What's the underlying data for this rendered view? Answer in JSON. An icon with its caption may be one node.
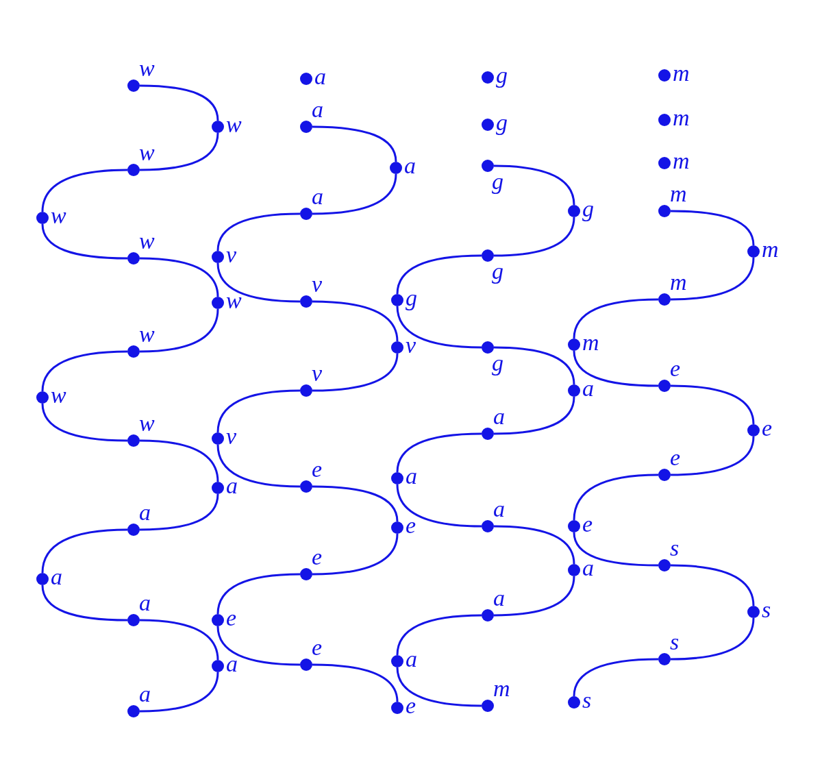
{
  "diagram": {
    "nodes": [
      {
        "text": [],
        "shape": "circle",
        "beside": [
          "w"
        ]
      },
      {
        "text": [],
        "shape": "circle",
        "beside": [
          "w"
        ]
      },
      {
        "text": [],
        "shape": "circle",
        "beside": [
          "w"
        ]
      },
      {
        "text": [],
        "shape": "circle",
        "beside": [
          "w"
        ]
      },
      {
        "text": [],
        "shape": "circle",
        "beside": [
          "w"
        ]
      },
      {
        "text": [],
        "shape": "circle",
        "beside": [
          "w"
        ]
      },
      {
        "text": [],
        "shape": "circle",
        "beside": [
          "w"
        ]
      },
      {
        "text": [],
        "shape": "circle",
        "beside": [
          "w"
        ]
      },
      {
        "text": [],
        "shape": "circle",
        "beside": [
          "w"
        ]
      },
      {
        "text": [],
        "shape": "circle",
        "beside": [
          "a"
        ]
      },
      {
        "text": [],
        "shape": "circle",
        "beside": [
          "a"
        ]
      },
      {
        "text": [],
        "shape": "circle",
        "beside": [
          "a"
        ]
      },
      {
        "text": [],
        "shape": "circle",
        "beside": [
          "a"
        ]
      },
      {
        "text": [],
        "shape": "circle",
        "beside": [
          "a"
        ]
      },
      {
        "text": [],
        "shape": "circle",
        "beside": [
          "a"
        ]
      },
      {
        "text": [],
        "shape": "circle",
        "beside": [
          "a"
        ]
      },
      {
        "text": [],
        "shape": "circle",
        "beside": [
          "a"
        ]
      },
      {
        "text": [],
        "shape": "circle",
        "beside": [
          "a"
        ]
      },
      {
        "text": [],
        "shape": "circle",
        "beside": [
          "a"
        ]
      },
      {
        "text": [],
        "shape": "circle",
        "beside": [
          "v"
        ]
      },
      {
        "text": [],
        "shape": "circle",
        "beside": [
          "v"
        ]
      },
      {
        "text": [],
        "shape": "circle",
        "beside": [
          "v"
        ]
      },
      {
        "text": [],
        "shape": "circle",
        "beside": [
          "v"
        ]
      },
      {
        "text": [],
        "shape": "circle",
        "beside": [
          "v"
        ]
      },
      {
        "text": [],
        "shape": "circle",
        "beside": [
          "e"
        ]
      },
      {
        "text": [],
        "shape": "circle",
        "beside": [
          "e"
        ]
      },
      {
        "text": [],
        "shape": "circle",
        "beside": [
          "e"
        ]
      },
      {
        "text": [],
        "shape": "circle",
        "beside": [
          "e"
        ]
      },
      {
        "text": [],
        "shape": "circle",
        "beside": [
          "e"
        ]
      },
      {
        "text": [],
        "shape": "circle",
        "beside": [
          "e"
        ]
      },
      {
        "text": [],
        "shape": "circle",
        "beside": [
          "g"
        ]
      },
      {
        "text": [],
        "shape": "circle",
        "beside": [
          "g"
        ]
      },
      {
        "text": [],
        "shape": "circle",
        "beside": [
          "g"
        ]
      },
      {
        "text": [],
        "shape": "circle",
        "beside": [
          "g"
        ]
      },
      {
        "text": [],
        "shape": "circle",
        "beside": [
          "g"
        ]
      },
      {
        "text": [],
        "shape": "circle",
        "beside": [
          "g"
        ]
      },
      {
        "text": [],
        "shape": "circle",
        "beside": [
          "g"
        ]
      },
      {
        "text": [],
        "shape": "circle",
        "beside": [
          "a"
        ]
      },
      {
        "text": [],
        "shape": "circle",
        "beside": [
          "a"
        ]
      },
      {
        "text": [],
        "shape": "circle",
        "beside": [
          "a"
        ]
      },
      {
        "text": [],
        "shape": "circle",
        "beside": [
          "a"
        ]
      },
      {
        "text": [],
        "shape": "circle",
        "beside": [
          "a"
        ]
      },
      {
        "text": [],
        "shape": "circle",
        "beside": [
          "a"
        ]
      },
      {
        "text": [],
        "shape": "circle",
        "beside": [
          "a"
        ]
      },
      {
        "text": [],
        "shape": "circle",
        "beside": [
          "m"
        ]
      },
      {
        "text": [],
        "shape": "circle",
        "beside": [
          "m"
        ]
      },
      {
        "text": [],
        "shape": "circle",
        "beside": [
          "m"
        ]
      },
      {
        "text": [],
        "shape": "circle",
        "beside": [
          "m"
        ]
      },
      {
        "text": [],
        "shape": "circle",
        "beside": [
          "m"
        ]
      },
      {
        "text": [],
        "shape": "circle",
        "beside": [
          "m"
        ]
      },
      {
        "text": [],
        "shape": "circle",
        "beside": [
          "m"
        ]
      },
      {
        "text": [],
        "shape": "circle",
        "beside": [
          "m"
        ]
      },
      {
        "text": [],
        "shape": "circle",
        "beside": [
          "e"
        ]
      },
      {
        "text": [],
        "shape": "circle",
        "beside": [
          "e"
        ]
      },
      {
        "text": [],
        "shape": "circle",
        "beside": [
          "e"
        ]
      },
      {
        "text": [],
        "shape": "circle",
        "beside": [
          "e"
        ]
      },
      {
        "text": [],
        "shape": "circle",
        "beside": [
          "s"
        ]
      },
      {
        "text": [],
        "shape": "circle",
        "beside": [
          "s"
        ]
      },
      {
        "text": [],
        "shape": "circle",
        "beside": [
          "s"
        ]
      },
      {
        "text": [],
        "shape": "circle",
        "beside": [
          "s"
        ]
      }
    ],
    "edges": [
      {
        "from": 0,
        "to": 1,
        "arrow": "none"
      },
      {
        "from": 1,
        "to": 2,
        "arrow": "none"
      },
      {
        "from": 2,
        "to": 3,
        "arrow": "none"
      },
      {
        "from": 3,
        "to": 4,
        "arrow": "none"
      },
      {
        "from": 4,
        "to": 5,
        "arrow": "none"
      },
      {
        "from": 5,
        "to": 6,
        "arrow": "none"
      },
      {
        "from": 6,
        "to": 7,
        "arrow": "none"
      },
      {
        "from": 7,
        "to": 8,
        "arrow": "none"
      },
      {
        "from": 8,
        "to": 9,
        "arrow": "none"
      },
      {
        "from": 9,
        "to": 10,
        "arrow": "none"
      },
      {
        "from": 10,
        "to": 11,
        "arrow": "none"
      },
      {
        "from": 11,
        "to": 12,
        "arrow": "none"
      },
      {
        "from": 12,
        "to": 13,
        "arrow": "none"
      },
      {
        "from": 13,
        "to": 14,
        "arrow": "none"
      },
      {
        "from": 16,
        "to": 17,
        "arrow": "none"
      },
      {
        "from": 17,
        "to": 18,
        "arrow": "none"
      },
      {
        "from": 18,
        "to": 19,
        "arrow": "none"
      },
      {
        "from": 19,
        "to": 20,
        "arrow": "none"
      },
      {
        "from": 20,
        "to": 21,
        "arrow": "none"
      },
      {
        "from": 21,
        "to": 22,
        "arrow": "none"
      },
      {
        "from": 22,
        "to": 23,
        "arrow": "none"
      },
      {
        "from": 23,
        "to": 24,
        "arrow": "none"
      },
      {
        "from": 24,
        "to": 25,
        "arrow": "none"
      },
      {
        "from": 25,
        "to": 26,
        "arrow": "none"
      },
      {
        "from": 26,
        "to": 27,
        "arrow": "none"
      },
      {
        "from": 27,
        "to": 28,
        "arrow": "none"
      },
      {
        "from": 28,
        "to": 29,
        "arrow": "none"
      },
      {
        "from": 32,
        "to": 33,
        "arrow": "none"
      },
      {
        "from": 33,
        "to": 34,
        "arrow": "none"
      },
      {
        "from": 34,
        "to": 35,
        "arrow": "none"
      },
      {
        "from": 35,
        "to": 36,
        "arrow": "none"
      },
      {
        "from": 36,
        "to": 37,
        "arrow": "none"
      },
      {
        "from": 37,
        "to": 38,
        "arrow": "none"
      },
      {
        "from": 38,
        "to": 39,
        "arrow": "none"
      },
      {
        "from": 39,
        "to": 40,
        "arrow": "none"
      },
      {
        "from": 40,
        "to": 41,
        "arrow": "none"
      },
      {
        "from": 41,
        "to": 42,
        "arrow": "none"
      },
      {
        "from": 42,
        "to": 43,
        "arrow": "none"
      },
      {
        "from": 43,
        "to": 44,
        "arrow": "none"
      },
      {
        "from": 48,
        "to": 49,
        "arrow": "none"
      },
      {
        "from": 49,
        "to": 50,
        "arrow": "none"
      },
      {
        "from": 50,
        "to": 51,
        "arrow": "none"
      },
      {
        "from": 51,
        "to": 52,
        "arrow": "none"
      },
      {
        "from": 52,
        "to": 53,
        "arrow": "none"
      },
      {
        "from": 53,
        "to": 54,
        "arrow": "none"
      },
      {
        "from": 54,
        "to": 55,
        "arrow": "none"
      },
      {
        "from": 55,
        "to": 56,
        "arrow": "none"
      },
      {
        "from": 56,
        "to": 57,
        "arrow": "none"
      },
      {
        "from": 57,
        "to": 58,
        "arrow": "none"
      },
      {
        "from": 58,
        "to": 59,
        "arrow": "none"
      }
    ]
  }
}
